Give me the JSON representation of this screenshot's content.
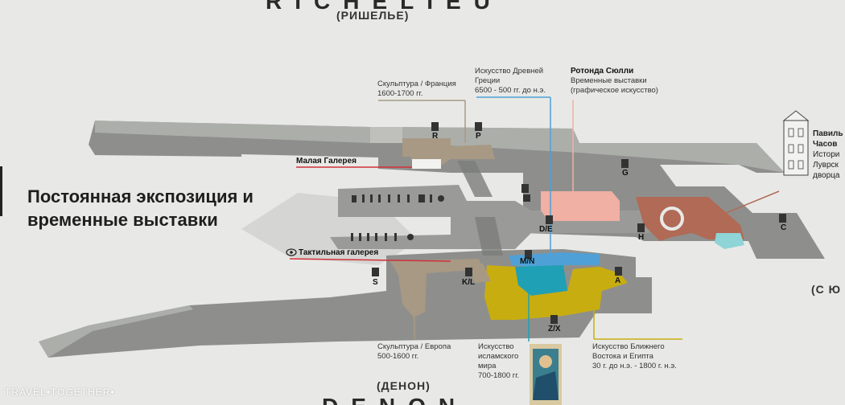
{
  "wings": {
    "top_latin": "RICHELIEU",
    "top_ru": "(РИШЕЛЬЕ)",
    "bottom_ru": "(ДЕНОН)",
    "bottom_latin": "DENON",
    "right_ru": "(С Ю"
  },
  "title": {
    "line1": "Постоянная экспозиция и",
    "line2": "временные выставки"
  },
  "labels": {
    "sculpture_france": {
      "name": "Скульптура / Франция",
      "dates": "1600-1700 гг."
    },
    "ancient_greece": {
      "name1": "Искусство Древней",
      "name2": "Греции",
      "dates": "6500 - 500 гг. до н.э."
    },
    "rotunda": {
      "name": "Ротонда Сюлли",
      "sub1": "Временные выставки",
      "sub2": "(графическое искусство)"
    },
    "pavilion": {
      "l1": "Павиль",
      "l2": "Часов",
      "l3": "Истори",
      "l4": "Луврск",
      "l5": "дворца"
    },
    "small_gallery": "Малая Галерея",
    "tactile_gallery": "Тактильная галерея",
    "sculpture_europe": {
      "name": "Скульптура / Европа",
      "dates": "500-1600 гг."
    },
    "islamic": {
      "l1": "Искусство",
      "l2": "исламского",
      "l3": "мира",
      "dates": "700-1800 гг."
    },
    "near_east": {
      "l1": "Искусство Ближнего",
      "l2": "Востока и Египта",
      "dates": "30 г. до н.э. - 1800 г. н.э."
    }
  },
  "doors": {
    "r": "R",
    "p": "P",
    "g": "G",
    "h": "H",
    "de": "D/E",
    "mn": "M/N",
    "kl": "K/L",
    "s": "S",
    "a": "A",
    "zx": "Z/X",
    "c": "C"
  },
  "watermark": "TRAVEL•TOGETHER•",
  "colors": {
    "floor": "#8e8f8c",
    "floor_light": "#b4b5b2",
    "france": "#a89984",
    "europe": "#a89984",
    "rotunda": "#f0b0a4",
    "pavilion": "#b06a56",
    "near_east": "#c8ad10",
    "islamic": "#1fa0b4",
    "greece": "#4fa0d6",
    "leader_red": "#d0303a",
    "leader_blue": "#4fa0d6",
    "leader_yellow": "#c8ad10"
  }
}
